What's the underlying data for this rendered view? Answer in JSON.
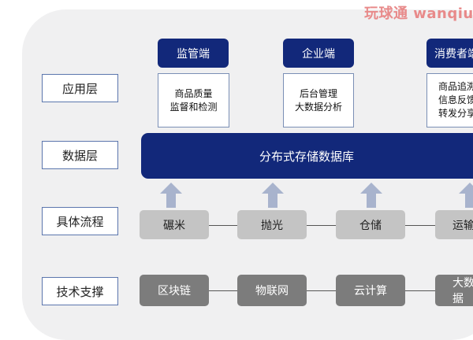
{
  "watermark": "玩球通 wanqiu",
  "layers": {
    "application": "应用层",
    "data": "数据层",
    "process": "具体流程",
    "tech": "技术支撑"
  },
  "clients": [
    {
      "title": "监管端",
      "detail": "商品质量\n监督和检测"
    },
    {
      "title": "企业端",
      "detail": "后台管理\n大数据分析"
    },
    {
      "title": "消费者端",
      "detail": "商品追溯\n信息反馈\n转发分享"
    }
  ],
  "database": "分布式存储数据库",
  "process_steps": [
    "碾米",
    "抛光",
    "仓储",
    "运输"
  ],
  "tech_items": [
    "区块链",
    "物联网",
    "云计算",
    "大数据"
  ],
  "colors": {
    "navy": "#12287a",
    "panel": "#f0f0f1",
    "arrow": "#a8b3cd"
  }
}
